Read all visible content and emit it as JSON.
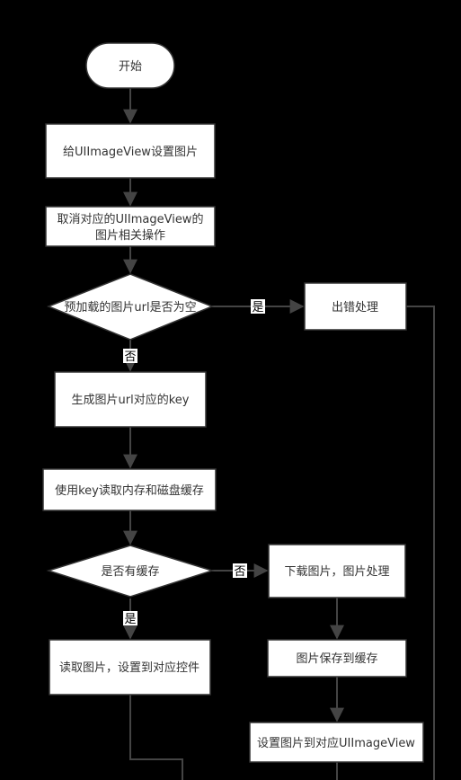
{
  "nodes": {
    "start": "开始",
    "set_image": "给UIImageView设置图片",
    "cancel_ops_line1": "取消对应的UIImageView的",
    "cancel_ops_line2": "图片相关操作",
    "check_url": "预加载的图片url是否为空",
    "error_handling": "出错处理",
    "gen_key": "生成图片url对应的key",
    "read_cache": "使用key读取内存和磁盘缓存",
    "has_cache": "是否有缓存",
    "download": "下载图片，图片处理",
    "read_image": "读取图片，设置到对应控件",
    "save_cache": "图片保存到缓存",
    "set_to_view": "设置图片到对应UIImageView"
  },
  "edge_labels": {
    "url_empty_yes": "是",
    "url_empty_no": "否",
    "cache_no": "否",
    "cache_yes": "是"
  },
  "colors": {
    "background": "#000000",
    "node_fill": "#ffffff",
    "node_stroke": "#333333",
    "edge": "#444444",
    "text": "#333333"
  }
}
